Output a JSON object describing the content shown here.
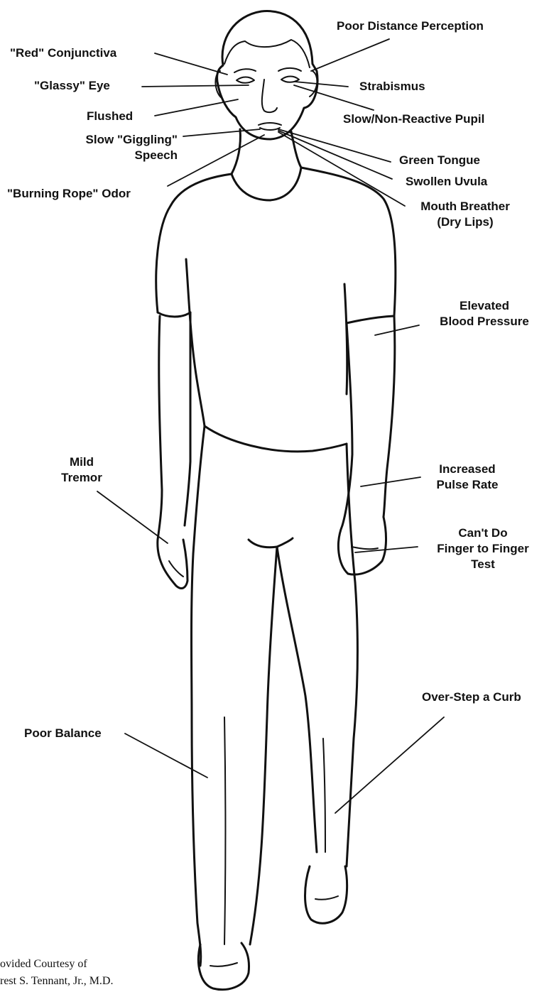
{
  "labels": {
    "poor_distance_perception": "Poor Distance Perception",
    "red_conjunctiva": "\"Red\" Conjunctiva",
    "glassy_eye": "\"Glassy\" Eye",
    "strabismus": "Strabismus",
    "flushed": "Flushed",
    "slow_nonreactive_pupil": "Slow/Non-Reactive Pupil",
    "slow_giggling_speech_1": "Slow \"Giggling\"",
    "slow_giggling_speech_2": "Speech",
    "green_tongue": "Green Tongue",
    "burning_rope_odor": "\"Burning Rope\" Odor",
    "swollen_uvula": "Swollen Uvula",
    "mouth_breather_1": "Mouth Breather",
    "mouth_breather_2": "(Dry Lips)",
    "elevated_bp_1": "Elevated",
    "elevated_bp_2": "Blood Pressure",
    "mild_tremor_1": "Mild",
    "mild_tremor_2": "Tremor",
    "increased_pulse_1": "Increased",
    "increased_pulse_2": "Pulse Rate",
    "finger_test_1": "Can't Do",
    "finger_test_2": "Finger to Finger",
    "finger_test_3": "Test",
    "over_step_curb": "Over-Step a Curb",
    "poor_balance": "Poor Balance"
  },
  "credit": {
    "line1": "ovided Courtesy of",
    "line2": "rest S. Tennant, Jr., M.D."
  }
}
